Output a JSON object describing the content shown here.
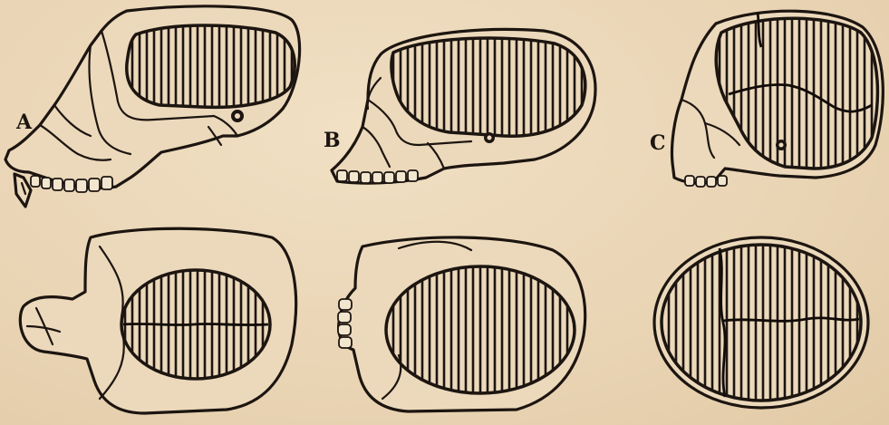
{
  "labels": {
    "a": "A",
    "b": "B",
    "c": "C"
  },
  "colors": {
    "paper": "#ecd9bb",
    "ink": "#1c1510"
  }
}
